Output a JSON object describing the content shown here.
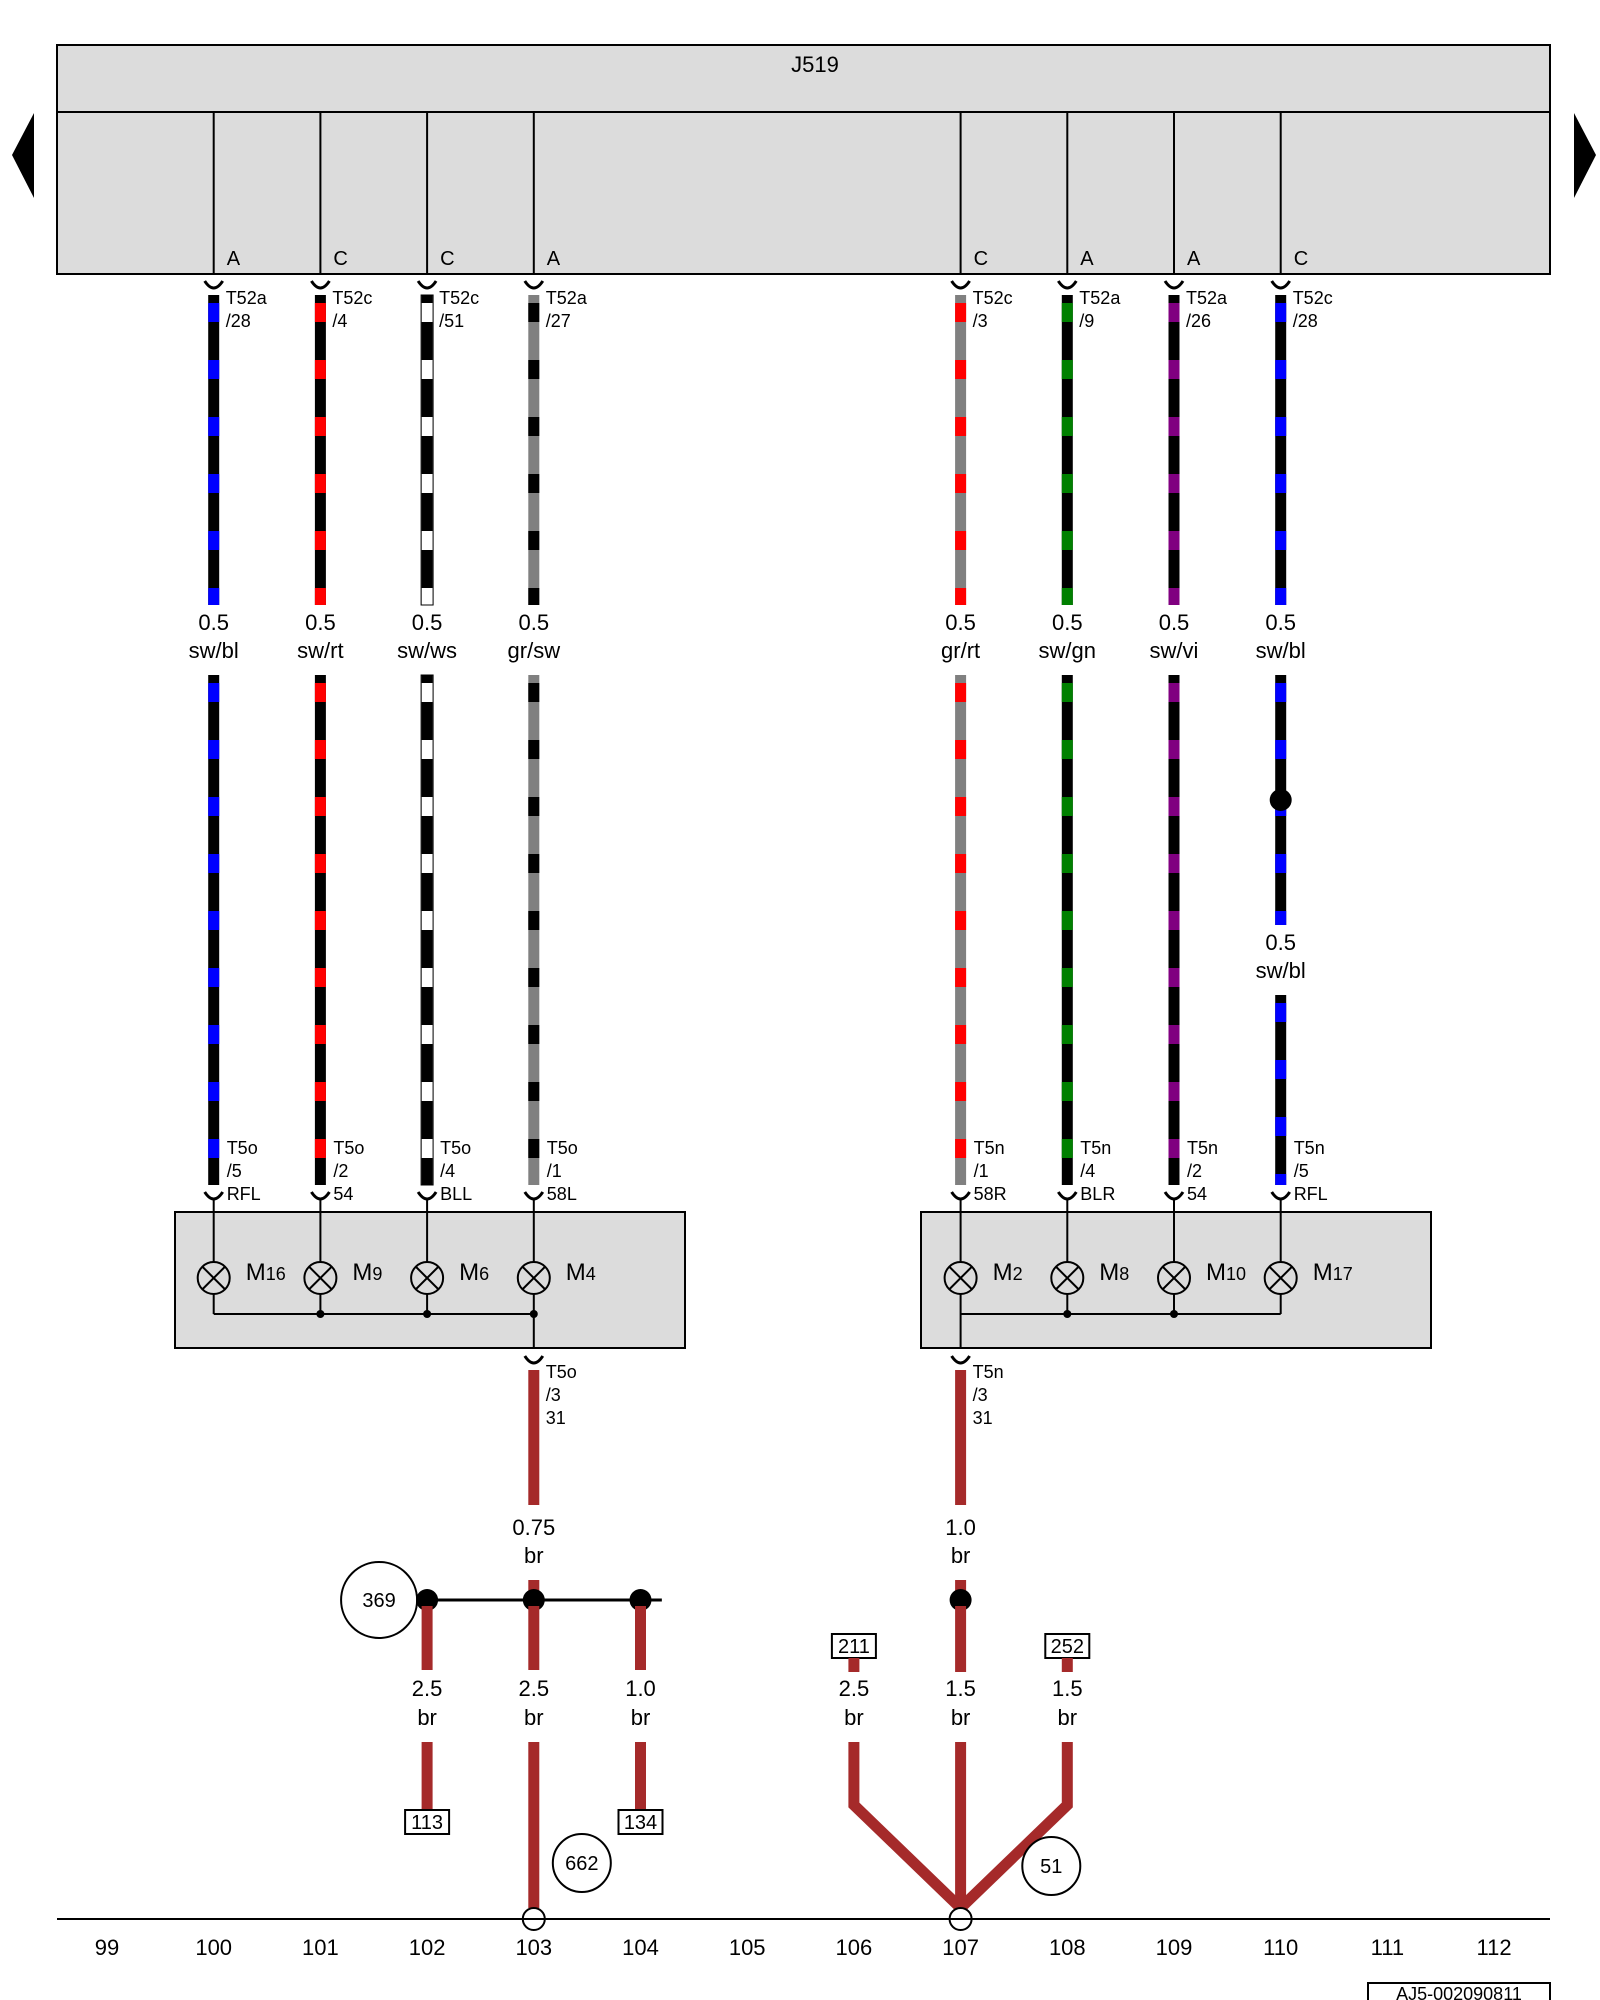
{
  "control_unit": {
    "label": "J519"
  },
  "page_nav": {
    "prev_icon": "triangle-left-icon",
    "next_icon": "triangle-right-icon"
  },
  "wires_top": [
    {
      "id": "w100",
      "pos": 100,
      "conn": "A",
      "term1": "T52a",
      "term2": "/28",
      "gauge": "0.5",
      "color": "sw/bl",
      "c1": "#000000",
      "c2": "#0000ff"
    },
    {
      "id": "w101",
      "pos": 101,
      "conn": "C",
      "term1": "T52c",
      "term2": "/4",
      "gauge": "0.5",
      "color": "sw/rt",
      "c1": "#000000",
      "c2": "#ff0000"
    },
    {
      "id": "w102",
      "pos": 102,
      "conn": "C",
      "term1": "T52c",
      "term2": "/51",
      "gauge": "0.5",
      "color": "sw/ws",
      "c1": "#000000",
      "c2": "#ffffff"
    },
    {
      "id": "w103",
      "pos": 103,
      "conn": "A",
      "term1": "T52a",
      "term2": "/27",
      "gauge": "0.5",
      "color": "gr/sw",
      "c1": "#808080",
      "c2": "#000000"
    },
    {
      "id": "w107",
      "pos": 107,
      "conn": "C",
      "term1": "T52c",
      "term2": "/3",
      "gauge": "0.5",
      "color": "gr/rt",
      "c1": "#808080",
      "c2": "#ff0000"
    },
    {
      "id": "w108",
      "pos": 108,
      "conn": "A",
      "term1": "T52a",
      "term2": "/9",
      "gauge": "0.5",
      "color": "sw/gn",
      "c1": "#000000",
      "c2": "#008000"
    },
    {
      "id": "w109",
      "pos": 109,
      "conn": "A",
      "term1": "T52a",
      "term2": "/26",
      "gauge": "0.5",
      "color": "sw/vi",
      "c1": "#000000",
      "c2": "#800080"
    },
    {
      "id": "w110",
      "pos": 110,
      "conn": "C",
      "term1": "T52c",
      "term2": "/28",
      "gauge": "0.5",
      "color": "sw/bl",
      "c1": "#000000",
      "c2": "#0000ff"
    }
  ],
  "w110_lower": {
    "gauge": "0.5",
    "color": "sw/bl"
  },
  "lamp_connectors": [
    {
      "pos": 100,
      "l1": "T5o",
      "l2": "/5",
      "l3": "RFL"
    },
    {
      "pos": 101,
      "l1": "T5o",
      "l2": "/2",
      "l3": "54"
    },
    {
      "pos": 102,
      "l1": "T5o",
      "l2": "/4",
      "l3": "BLL"
    },
    {
      "pos": 103,
      "l1": "T5o",
      "l2": "/1",
      "l3": "58L"
    },
    {
      "pos": 107,
      "l1": "T5n",
      "l2": "/1",
      "l3": "58R"
    },
    {
      "pos": 108,
      "l1": "T5n",
      "l2": "/4",
      "l3": "BLR"
    },
    {
      "pos": 109,
      "l1": "T5n",
      "l2": "/2",
      "l3": "54"
    },
    {
      "pos": 110,
      "l1": "T5n",
      "l2": "/5",
      "l3": "RFL"
    }
  ],
  "lamps": [
    {
      "pos": 100,
      "base": "M",
      "sub": "16"
    },
    {
      "pos": 101,
      "base": "M",
      "sub": "9"
    },
    {
      "pos": 102,
      "base": "M",
      "sub": "6"
    },
    {
      "pos": 103,
      "base": "M",
      "sub": "4"
    },
    {
      "pos": 107,
      "base": "M",
      "sub": "2"
    },
    {
      "pos": 108,
      "base": "M",
      "sub": "8"
    },
    {
      "pos": 109,
      "base": "M",
      "sub": "10"
    },
    {
      "pos": 110,
      "base": "M",
      "sub": "17"
    }
  ],
  "ground_left": {
    "conn": {
      "l1": "T5o",
      "l2": "/3",
      "l3": "31"
    },
    "gauge": "0.75",
    "color": "br",
    "circle": "369",
    "branches": [
      {
        "pos": 102,
        "gauge": "2.5",
        "color": "br",
        "ref": "113"
      },
      {
        "pos": 103,
        "gauge": "2.5",
        "color": "br",
        "ref": ""
      },
      {
        "pos": 104,
        "gauge": "1.0",
        "color": "br",
        "ref": "134"
      }
    ],
    "ground_point": "662"
  },
  "ground_right": {
    "conn": {
      "l1": "T5n",
      "l2": "/3",
      "l3": "31"
    },
    "gauge": "1.0",
    "color": "br",
    "branches": [
      {
        "pos": 106,
        "gauge": "2.5",
        "color": "br",
        "ref": "211"
      },
      {
        "pos": 107,
        "gauge": "1.5",
        "color": "br",
        "ref": ""
      },
      {
        "pos": 108,
        "gauge": "1.5",
        "color": "br",
        "ref": "252"
      }
    ],
    "ground_point": "51"
  },
  "scale": [
    "99",
    "100",
    "101",
    "102",
    "103",
    "104",
    "105",
    "106",
    "107",
    "108",
    "109",
    "110",
    "111",
    "112"
  ],
  "doc_id": "AJ5-002090811",
  "colors": {
    "wire_brown": "#a52a2a",
    "panel": "#dcdcdc"
  }
}
